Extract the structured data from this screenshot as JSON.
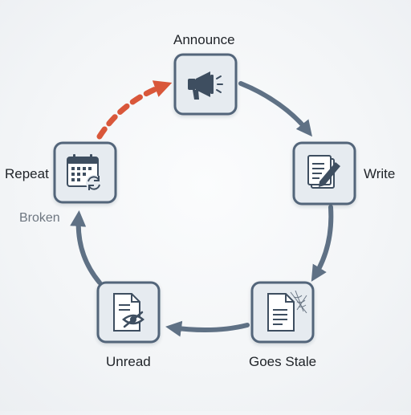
{
  "diagram": {
    "nodes": [
      {
        "id": "announce",
        "label": "Announce",
        "icon": "megaphone-icon"
      },
      {
        "id": "write",
        "label": "Write",
        "icon": "document-pencil-icon"
      },
      {
        "id": "stale",
        "label": "Goes Stale",
        "icon": "document-cobweb-icon"
      },
      {
        "id": "unread",
        "label": "Unread",
        "icon": "document-eye-slash-icon"
      },
      {
        "id": "repeat",
        "label": "Repeat",
        "icon": "calendar-refresh-icon"
      }
    ],
    "broken_label": "Broken",
    "colors": {
      "arrow": "#5f7185",
      "broken_arrow": "#d9573a",
      "card_border": "#52657a",
      "card_fill": "#e6ebf0",
      "icon": "#3e4e60"
    }
  }
}
